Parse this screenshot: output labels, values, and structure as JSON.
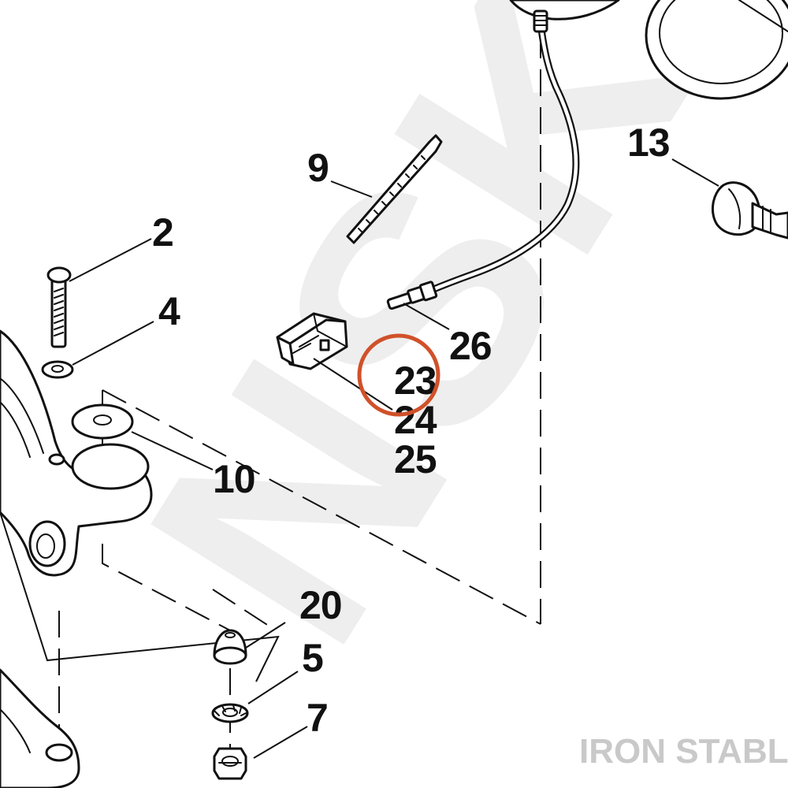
{
  "callouts": {
    "c2": "2",
    "c4": "4",
    "c5": "5",
    "c7": "7",
    "c9": "9",
    "c10": "10",
    "c13": "13",
    "c20": "20",
    "c23": "23",
    "c24": "24",
    "c25": "25",
    "c26": "26"
  },
  "highlight": {
    "target": "23",
    "color": "#d0512a"
  },
  "watermark": {
    "text": "IRON STABLE",
    "color": "#c9c9c9"
  }
}
